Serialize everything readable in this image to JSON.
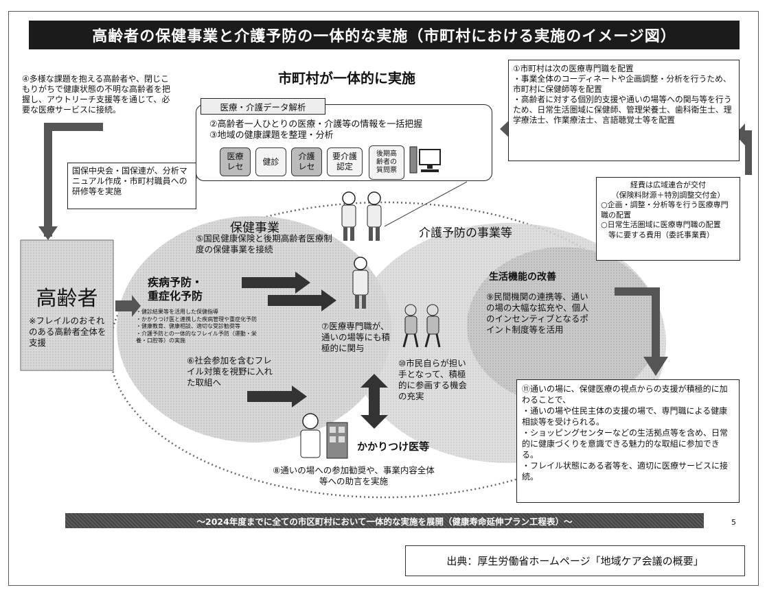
{
  "title": "高齢者の保健事業と介護予防の一体的な実施（市町村における実施のイメージ図）",
  "center_heading": "市町村が一体的に実施",
  "note_4": "④多様な課題を抱える高齢者や、閉じこもりがちで健康状態の不明な高齢者を把握し、アウトリーチ支援等を通じて、必要な医療サービスに接続。",
  "data_analysis": {
    "tab": "医療・介護データ解析",
    "line2": "②高齢者一人ひとりの医療・介護等の情報を一括把握",
    "line3": "③地域の健康課題を整理・分析",
    "items": [
      "医療\nレセ",
      "健診",
      "介護\nレセ",
      "要介護\n認定",
      "後期高\n齢者の\n質問票"
    ]
  },
  "kokuho_note": "国保中央会・国保連が、分析マニュアル作成・市町村職員への研修等を実施",
  "right_note_1": {
    "head": "①市町村は次の医療専門職を配置",
    "b1": "・事業全体のコーディネートや企画調整・分析を行うため、市町村に保健師等を配置",
    "b2": "・高齢者に対する個別的支援や通いの場等への関与等を行うため、日常生活圏域に保健師、管理栄養士、歯科衛生士、理学療法士、作業療法士、言語聴覚士等を配置"
  },
  "funding": {
    "l1": "経費は広域連合が交付",
    "l2": "（保険料財源＋特別調整交付金）",
    "l3": "○企画・調整・分析等を行う医療専門職の配置",
    "l4": "○日常生活圏域に医療専門職の配置",
    "l5": "　等に要する費用（委託事業費）"
  },
  "elderly": {
    "label": "高齢者",
    "note": "※フレイルのおそれのある高齢者全体を支援"
  },
  "health": {
    "heading": "保健事業",
    "note5": "⑤国民健康保険と後期高齢者医療制度の保健事業を接続",
    "prevention_title": "疾病予防・\n重症化予防",
    "prevention_detail": "・健診結果等を活用した保健指導\n・かかりつけ医と連携した疾病管理や重症化予防\n・健康教育、健康相談、適切な受診勧奨等\n・介護予防との一体的なフレイル予防（運動・栄養・口腔等）の実施",
    "note6": "⑥社会参加を含むフレイル対策を視野に入れた取組へ"
  },
  "care": {
    "heading": "介護予防の事業等",
    "life_heading": "生活機能の改善",
    "note9": "⑨民間機関の連携等、通いの場の大幅な拡充や、個人のインセンティブとなるポイント制度等を活用",
    "note10": "⑩市民自らが担い手となって、積極的に参画する機会の充実"
  },
  "note7": "⑦医療専門職が、通いの場等にも積極的に関与",
  "doctor": {
    "label": "かかりつけ医等",
    "note8": "⑧通いの場への参加勧奨や、事業内容全体等への助言を実施"
  },
  "right_note_11": {
    "head": "⑪通いの場に、保健医療の視点からの支援が積極的に加わることで、",
    "b1": "・通いの場や住民主体の支援の場で、専門職による健康相談等を受けられる。",
    "b2": "・ショッピングセンターなどの生活拠点等を含め、日常的に健康づくりを意識できる魅力的な取組に参加できる。",
    "b3": "・フレイル状態にある者等を、適切に医療サービスに接続。"
  },
  "bottom_bar": "～2024年度までに全ての市区町村において一体的な実施を展開（健康寿命延伸プラン工程表）～",
  "page_number": "5",
  "source": "出典：厚生労働省ホームページ「地域ケア会議の概要」"
}
